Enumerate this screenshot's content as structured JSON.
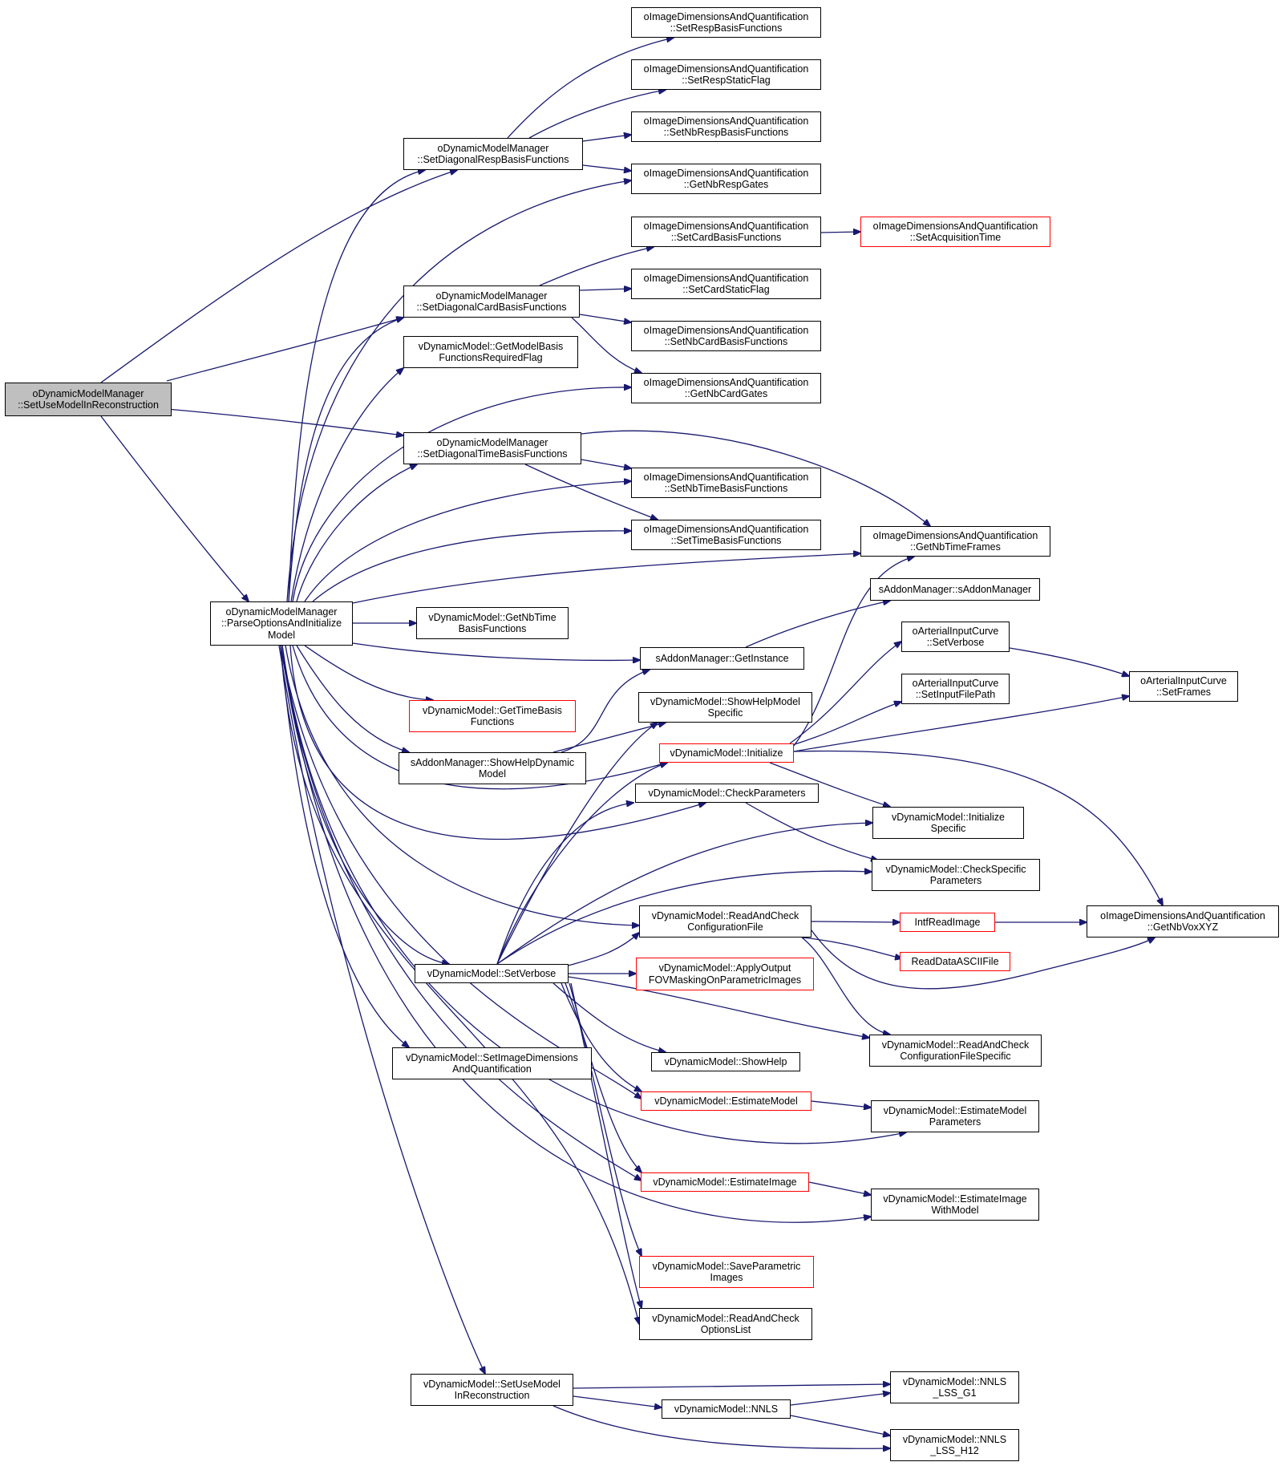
{
  "diagram": {
    "type": "call-graph",
    "edge_color": "#191970",
    "root_fill": "#bfbfbf",
    "truncated_border_color": "#ff0000",
    "nodes": [
      {
        "id": "root",
        "line1": "oDynamicModelManager",
        "line2": "::SetUseModelInReconstruction",
        "style": "root"
      },
      {
        "id": "poi",
        "line1": "oDynamicModelManager",
        "line2": "::ParseOptionsAndInitialize",
        "line3": "Model"
      },
      {
        "id": "sdrb",
        "line1": "oDynamicModelManager",
        "line2": "::SetDiagonalRespBasisFunctions"
      },
      {
        "id": "sdcb",
        "line1": "oDynamicModelManager",
        "line2": "::SetDiagonalCardBasisFunctions"
      },
      {
        "id": "sdtb",
        "line1": "oDynamicModelManager",
        "line2": "::SetDiagonalTimeBasisFunctions"
      },
      {
        "id": "gmbf",
        "line1": "vDynamicModel::GetModelBasis",
        "line2": "FunctionsRequiredFlag"
      },
      {
        "id": "srbf",
        "line1": "oImageDimensionsAndQuantification",
        "line2": "::SetRespBasisFunctions"
      },
      {
        "id": "srsf",
        "line1": "oImageDimensionsAndQuantification",
        "line2": "::SetRespStaticFlag"
      },
      {
        "id": "snrb",
        "line1": "oImageDimensionsAndQuantification",
        "line2": "::SetNbRespBasisFunctions"
      },
      {
        "id": "gnrg",
        "line1": "oImageDimensionsAndQuantification",
        "line2": "::GetNbRespGates"
      },
      {
        "id": "scbf",
        "line1": "oImageDimensionsAndQuantification",
        "line2": "::SetCardBasisFunctions"
      },
      {
        "id": "sat",
        "line1": "oImageDimensionsAndQuantification",
        "line2": "::SetAcquisitionTime",
        "style": "red"
      },
      {
        "id": "scsf",
        "line1": "oImageDimensionsAndQuantification",
        "line2": "::SetCardStaticFlag"
      },
      {
        "id": "sncb",
        "line1": "oImageDimensionsAndQuantification",
        "line2": "::SetNbCardBasisFunctions"
      },
      {
        "id": "gncg",
        "line1": "oImageDimensionsAndQuantification",
        "line2": "::GetNbCardGates"
      },
      {
        "id": "sntb",
        "line1": "oImageDimensionsAndQuantification",
        "line2": "::SetNbTimeBasisFunctions"
      },
      {
        "id": "stbf",
        "line1": "oImageDimensionsAndQuantification",
        "line2": "::SetTimeBasisFunctions"
      },
      {
        "id": "gntf",
        "line1": "oImageDimensionsAndQuantification",
        "line2": "::GetNbTimeFrames"
      },
      {
        "id": "sam",
        "line1": "sAddonManager::sAddonManager"
      },
      {
        "id": "gnt",
        "line1": "vDynamicModel::GetNbTime",
        "line2": "BasisFunctions"
      },
      {
        "id": "gi",
        "line1": "sAddonManager::GetInstance"
      },
      {
        "id": "gtbf",
        "line1": "vDynamicModel::GetTimeBasis",
        "line2": "Functions",
        "style": "red"
      },
      {
        "id": "shms",
        "line1": "vDynamicModel::ShowHelpModel",
        "line2": "Specific"
      },
      {
        "id": "shd",
        "line1": "sAddonManager::ShowHelpDynamic",
        "line2": "Model"
      },
      {
        "id": "init",
        "line1": "vDynamicModel::Initialize",
        "style": "red"
      },
      {
        "id": "acsv",
        "line1": "oArterialInputCurve",
        "line2": "::SetVerbose"
      },
      {
        "id": "acfp",
        "line1": "oArterialInputCurve",
        "line2": "::SetInputFilePath"
      },
      {
        "id": "acsf",
        "line1": "oArterialInputCurve",
        "line2": "::SetFrames"
      },
      {
        "id": "cp",
        "line1": "vDynamicModel::CheckParameters"
      },
      {
        "id": "is",
        "line1": "vDynamicModel::Initialize",
        "line2": "Specific"
      },
      {
        "id": "csp",
        "line1": "vDynamicModel::CheckSpecific",
        "line2": "Parameters"
      },
      {
        "id": "rcc",
        "line1": "vDynamicModel::ReadAndCheck",
        "line2": "ConfigurationFile"
      },
      {
        "id": "iri",
        "line1": "IntfReadImage",
        "style": "red"
      },
      {
        "id": "gnvx",
        "line1": "oImageDimensionsAndQuantification",
        "line2": "::GetNbVoxXYZ"
      },
      {
        "id": "rda",
        "line1": "ReadDataASCIIFile",
        "style": "red"
      },
      {
        "id": "sv",
        "line1": "vDynamicModel::SetVerbose"
      },
      {
        "id": "afov",
        "line1": "vDynamicModel::ApplyOutput",
        "line2": "FOVMaskingOnParametricImages",
        "style": "red"
      },
      {
        "id": "rccs",
        "line1": "vDynamicModel::ReadAndCheck",
        "line2": "ConfigurationFileSpecific"
      },
      {
        "id": "sidq",
        "line1": "vDynamicModel::SetImageDimensions",
        "line2": "AndQuantification"
      },
      {
        "id": "sh",
        "line1": "vDynamicModel::ShowHelp"
      },
      {
        "id": "em",
        "line1": "vDynamicModel::EstimateModel",
        "style": "red"
      },
      {
        "id": "emp",
        "line1": "vDynamicModel::EstimateModel",
        "line2": "Parameters"
      },
      {
        "id": "ei",
        "line1": "vDynamicModel::EstimateImage",
        "style": "red"
      },
      {
        "id": "eiwm",
        "line1": "vDynamicModel::EstimateImage",
        "line2": "WithModel"
      },
      {
        "id": "spi",
        "line1": "vDynamicModel::SaveParametric",
        "line2": "Images",
        "style": "red"
      },
      {
        "id": "rcol",
        "line1": "vDynamicModel::ReadAndCheck",
        "line2": "OptionsList"
      },
      {
        "id": "sumr",
        "line1": "vDynamicModel::SetUseModel",
        "line2": "InReconstruction"
      },
      {
        "id": "nnls",
        "line1": "vDynamicModel::NNLS"
      },
      {
        "id": "nng1",
        "line1": "vDynamicModel::NNLS",
        "line2": "_LSS_G1"
      },
      {
        "id": "nnh12",
        "line1": "vDynamicModel::NNLS",
        "line2": "_LSS_H12"
      }
    ]
  }
}
